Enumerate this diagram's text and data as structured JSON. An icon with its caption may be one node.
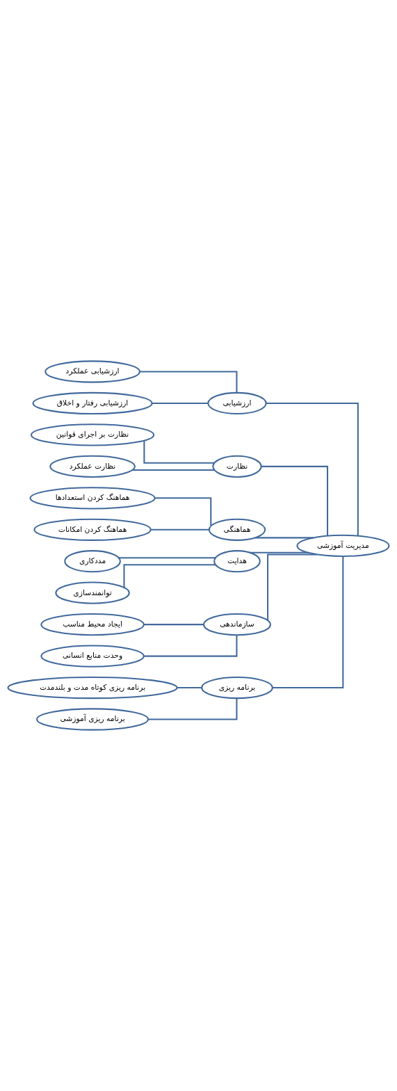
{
  "diagram": {
    "nodes": [
      {
        "text": [
          "مدیریت آموزشی"
        ]
      },
      {
        "text": [
          "ارزشیابی"
        ]
      },
      {
        "text": [
          "ارزشیابی عملکرد"
        ]
      },
      {
        "text": [
          "ارزشیابی رفتار و اخلاق"
        ]
      },
      {
        "text": [
          "نظارت"
        ]
      },
      {
        "text": [
          "نظارت بر اجرای قوانین"
        ]
      },
      {
        "text": [
          "نظارت عملکرد"
        ]
      },
      {
        "text": [
          "هماهنگی"
        ]
      },
      {
        "text": [
          "هماهنگ کردن استعدادها"
        ]
      },
      {
        "text": [
          "هماهنگ کردن امکانات"
        ]
      },
      {
        "text": [
          "هدایت"
        ]
      },
      {
        "text": [
          "مددکاری"
        ]
      },
      {
        "text": [
          "توانمندسازی"
        ]
      },
      {
        "text": [
          "سازماندهی"
        ]
      },
      {
        "text": [
          "ایجاد محیط مناسب"
        ]
      },
      {
        "text": [
          "وحدت منابع انسانی"
        ]
      },
      {
        "text": [
          "برنامه ریزی"
        ]
      },
      {
        "text": [
          "برنامه ریزی کوتاه مدت و بلندمدت"
        ]
      },
      {
        "text": [
          "برنامه ریزی آموزشی"
        ]
      }
    ],
    "edges": [
      {
        "from": 0,
        "to": 1,
        "arrow": "none"
      },
      {
        "from": 0,
        "to": 4,
        "arrow": "none"
      },
      {
        "from": 0,
        "to": 7,
        "arrow": "none"
      },
      {
        "from": 0,
        "to": 10,
        "arrow": "none"
      },
      {
        "from": 0,
        "to": 13,
        "arrow": "none"
      },
      {
        "from": 0,
        "to": 16,
        "arrow": "none"
      },
      {
        "from": 1,
        "to": 2,
        "arrow": "none"
      },
      {
        "from": 1,
        "to": 3,
        "arrow": "none"
      },
      {
        "from": 4,
        "to": 5,
        "arrow": "none"
      },
      {
        "from": 4,
        "to": 6,
        "arrow": "none"
      },
      {
        "from": 7,
        "to": 8,
        "arrow": "none"
      },
      {
        "from": 7,
        "to": 9,
        "arrow": "none"
      },
      {
        "from": 10,
        "to": 11,
        "arrow": "none"
      },
      {
        "from": 10,
        "to": 12,
        "arrow": "none"
      },
      {
        "from": 13,
        "to": 14,
        "arrow": "none"
      },
      {
        "from": 13,
        "to": 15,
        "arrow": "none"
      },
      {
        "from": 16,
        "to": 17,
        "arrow": "none"
      },
      {
        "from": 16,
        "to": 18,
        "arrow": "none"
      }
    ]
  }
}
